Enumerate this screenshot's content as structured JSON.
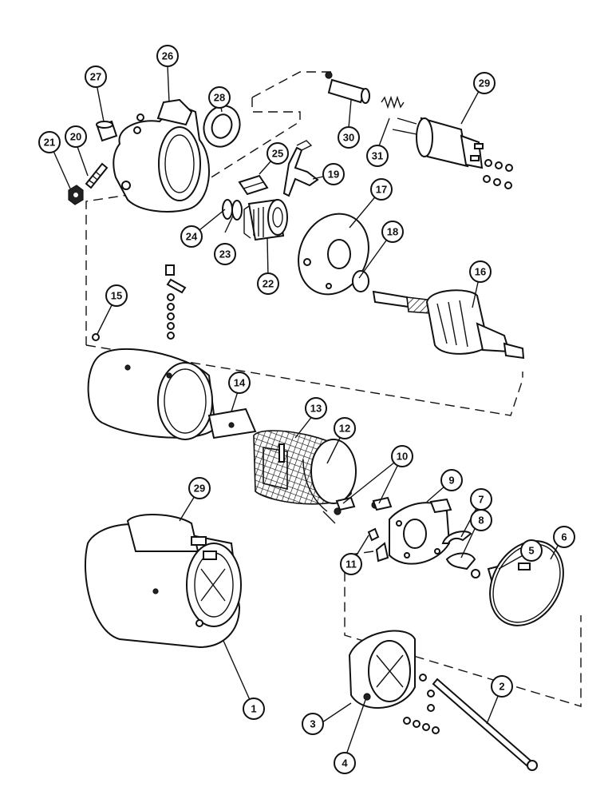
{
  "diagram": {
    "callouts": [
      {
        "id": "1",
        "label": "1"
      },
      {
        "id": "2",
        "label": "2"
      },
      {
        "id": "3",
        "label": "3"
      },
      {
        "id": "4",
        "label": "4"
      },
      {
        "id": "5",
        "label": "5"
      },
      {
        "id": "6",
        "label": "6"
      },
      {
        "id": "7",
        "label": "7"
      },
      {
        "id": "8",
        "label": "8"
      },
      {
        "id": "9",
        "label": "9"
      },
      {
        "id": "10",
        "label": "10"
      },
      {
        "id": "11",
        "label": "11"
      },
      {
        "id": "12",
        "label": "12"
      },
      {
        "id": "13",
        "label": "13"
      },
      {
        "id": "14",
        "label": "14"
      },
      {
        "id": "15",
        "label": "15"
      },
      {
        "id": "16",
        "label": "16"
      },
      {
        "id": "17",
        "label": "17"
      },
      {
        "id": "18",
        "label": "18"
      },
      {
        "id": "19",
        "label": "19"
      },
      {
        "id": "20",
        "label": "20"
      },
      {
        "id": "21",
        "label": "21"
      },
      {
        "id": "22",
        "label": "22"
      },
      {
        "id": "23",
        "label": "23"
      },
      {
        "id": "24",
        "label": "24"
      },
      {
        "id": "25",
        "label": "25"
      },
      {
        "id": "26",
        "label": "26"
      },
      {
        "id": "27",
        "label": "27"
      },
      {
        "id": "28",
        "label": "28"
      },
      {
        "id": "29a",
        "label": "29"
      },
      {
        "id": "29b",
        "label": "29"
      },
      {
        "id": "30",
        "label": "30"
      },
      {
        "id": "31",
        "label": "31"
      }
    ]
  }
}
